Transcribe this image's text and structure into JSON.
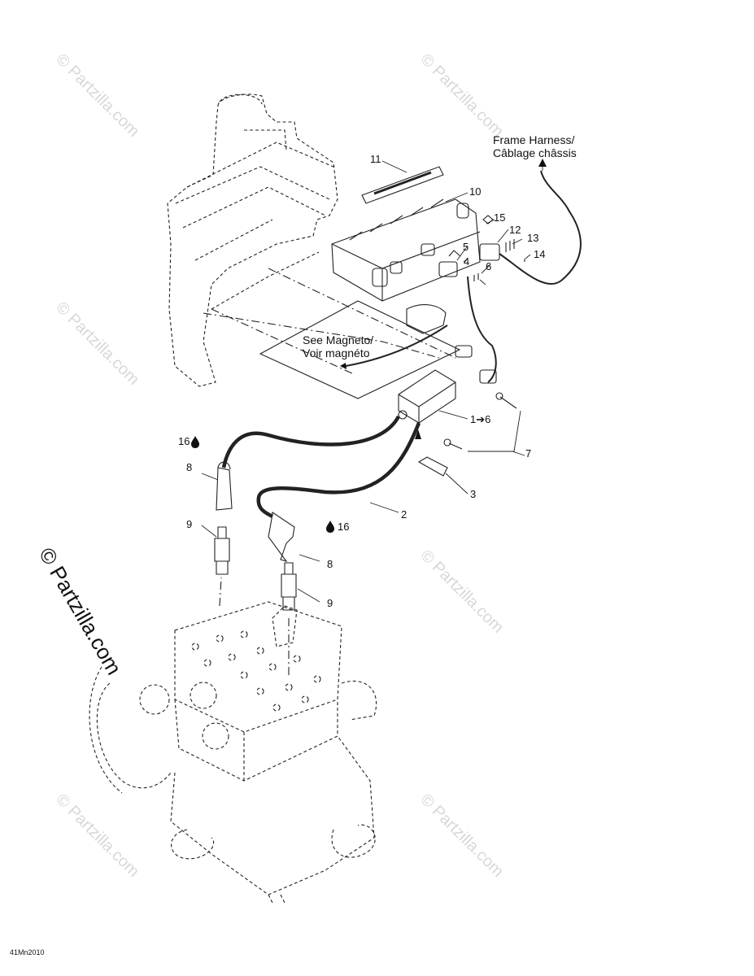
{
  "watermark": "© Partzilla.com",
  "callouts": {
    "frame_harness_line1": "Frame Harness/",
    "frame_harness_line2": "Câblage châssis",
    "see_magneto_line1": "See Magneto/",
    "see_magneto_line2": "Voir magnéto",
    "range_1_6": "1➔6",
    "part_2": "2",
    "part_3": "3",
    "part_4": "4",
    "part_5": "5",
    "part_6": "6",
    "part_7": "7",
    "part_8a": "8",
    "part_8b": "8",
    "part_9a": "9",
    "part_9b": "9",
    "part_10": "10",
    "part_11": "11",
    "part_12": "12",
    "part_13": "13",
    "part_14": "14",
    "part_15": "15",
    "part_16a": "16",
    "part_16b": "16"
  },
  "drawing_code": "41Mn2010",
  "icons": [
    "drop-icon"
  ]
}
